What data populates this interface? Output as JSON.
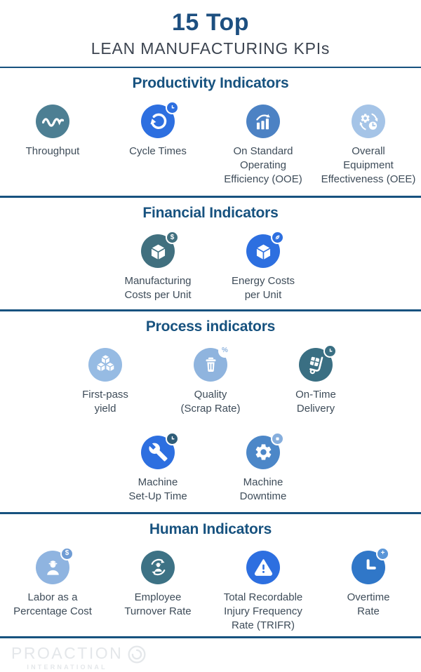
{
  "title": {
    "line1": "15 Top",
    "line2": "LEAN MANUFACTURING KPIs"
  },
  "colors": {
    "heading": "#17527F",
    "title_accent": "#1D4F80",
    "subtitle": "#3C4450",
    "divider": "#17527F",
    "text": "#3E4C59",
    "footer": "#E4E7EA"
  },
  "sections": [
    {
      "id": "productivity",
      "heading": "Productivity Indicators",
      "rows": [
        [
          {
            "label_lines": [
              "Throughput"
            ],
            "icon": "throughput-wave-icon",
            "circle_color": "#4D7F93"
          },
          {
            "label_lines": [
              "Cycle Times"
            ],
            "icon": "cycle-refresh-icon",
            "circle_color": "#2D6FE0",
            "badge": {
              "icon": "clock-badge-icon",
              "bg": "#2D6FE0"
            }
          },
          {
            "label_lines": [
              "On Standard",
              "Operating",
              "Efficiency (OOE)"
            ],
            "icon": "bar-chart-growth-icon",
            "circle_color": "#4C82C4"
          },
          {
            "label_lines": [
              "Overall",
              "Equipment",
              "Effectiveness (OEE)"
            ],
            "icon": "gear-sync-clock-icon",
            "circle_color": "#A5C4E7"
          }
        ]
      ]
    },
    {
      "id": "financial",
      "heading": "Financial Indicators",
      "rows": [
        [
          {
            "label_lines": [
              "Manufacturing",
              "Costs per Unit"
            ],
            "icon": "cube-icon",
            "circle_color": "#41707F",
            "badge": {
              "glyph": "$",
              "bg": "#41707F"
            }
          },
          {
            "label_lines": [
              "Energy Costs",
              "per Unit"
            ],
            "icon": "cube-icon",
            "circle_color": "#2D6FE0",
            "badge": {
              "icon": "leaf-badge-icon",
              "bg": "#2D6FE0"
            }
          }
        ]
      ]
    },
    {
      "id": "process",
      "heading": "Process indicators",
      "rows": [
        [
          {
            "label_lines": [
              "First-pass",
              "yield"
            ],
            "icon": "cubes-stack-icon",
            "circle_color": "#96BBE3"
          },
          {
            "label_lines": [
              "Quality",
              "(Scrap Rate)"
            ],
            "icon": "trash-icon",
            "circle_color": "#8FB4DE",
            "badge": {
              "glyph": "%",
              "bg": "#FFFFFF",
              "fg": "#8FB4DE"
            }
          },
          {
            "label_lines": [
              "On-Time",
              "Delivery"
            ],
            "icon": "hand-truck-icon",
            "circle_color": "#3A6F83",
            "badge": {
              "icon": "clock-badge-icon",
              "bg": "#3A6F83"
            }
          }
        ],
        [
          {
            "label_lines": [
              "Machine",
              "Set-Up Time"
            ],
            "icon": "wrench-icon",
            "circle_color": "#2D6FE0",
            "badge": {
              "icon": "clock-badge-icon",
              "bg": "#2F5D79"
            }
          },
          {
            "label_lines": [
              "Machine",
              "Downtime"
            ],
            "icon": "gear-icon",
            "circle_color": "#4C87C8",
            "badge": {
              "icon": "stop-square-badge-icon",
              "bg": "#86AEDD"
            }
          }
        ]
      ]
    },
    {
      "id": "human",
      "heading": "Human Indicators",
      "rows": [
        [
          {
            "label_lines": [
              "Labor as a",
              "Percentage Cost"
            ],
            "icon": "worker-icon",
            "circle_color": "#8FB4E0",
            "badge": {
              "glyph": "$",
              "bg": "#6F9CD4"
            }
          },
          {
            "label_lines": [
              "Employee",
              "Turnover Rate"
            ],
            "icon": "person-cycle-icon",
            "circle_color": "#3D7285"
          },
          {
            "label_lines": [
              "Total Recordable",
              "Injury Frequency",
              "Rate (TRIFR)"
            ],
            "icon": "warning-triangle-icon",
            "circle_color": "#2D6FE0"
          },
          {
            "label_lines": [
              "Overtime",
              "Rate"
            ],
            "icon": "clock-hands-icon",
            "circle_color": "#3077C8",
            "badge": {
              "glyph": "+",
              "bg": "#5A96D8"
            }
          }
        ]
      ]
    }
  ],
  "footer": {
    "brand": "PROACTION",
    "brand_sub": "INTERNATIONAL"
  }
}
